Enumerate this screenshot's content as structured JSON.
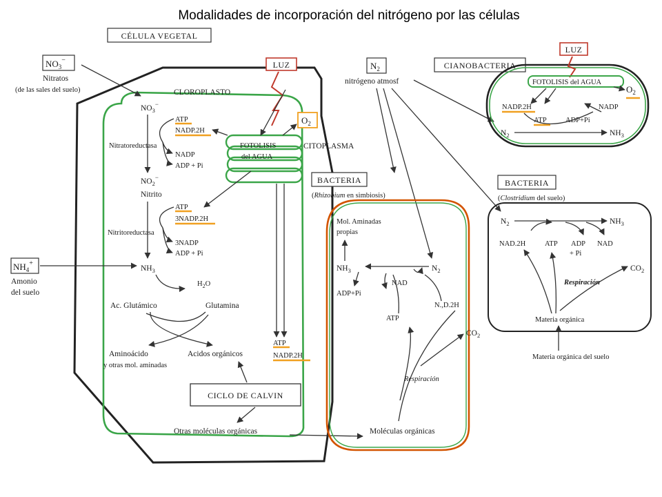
{
  "title": "Modalidades de incorporación del nitrógeno por las células",
  "plant": {
    "header": "CÉLULA VEGETAL",
    "nitrate_formula": "NO",
    "nitrate_sub": "3",
    "nitrate_sup": "−",
    "nitrate_name": "Nitratos",
    "nitrate_source": "(de las sales del suelo)",
    "ammonium_formula": "NH",
    "ammonium_sub": "4",
    "ammonium_sup": "+",
    "ammonium_name": "Amonio",
    "ammonium_source": "del suelo",
    "chloroplast": "CLOROPLASTO",
    "cytoplasm": "CITOPLASMA",
    "light": "LUZ",
    "photolysis_line1": "FOTOLISIS",
    "photolysis_line2": "del AGUA",
    "oxygen": "O",
    "oxygen_sub": "2",
    "no3_inner": "NO",
    "no3_inner_sub": "3",
    "no3_inner_sup": "−",
    "atp_1": "ATP",
    "nadp2h_1": "NADP.2H",
    "nitrate_reductase": "Nitratoreductasa",
    "nadp_1": "NADP",
    "adp_pi_1": "ADP + Pi",
    "no2": "NO",
    "no2_sub": "2",
    "no2_sup": "−",
    "nitrite": "Nitrito",
    "atp_2": "ATP",
    "nadp2h_2": "3NADP.2H",
    "nitrite_reductase": "Nitritoreductasa",
    "nadp_2": "3NADP",
    "adp_pi_2": "ADP + Pi",
    "nh3": "NH",
    "nh3_sub": "3",
    "water": "H",
    "water_sub": "2",
    "water_end": "O",
    "glutamic": "Ac. Glutámico",
    "glutamine": "Glutamina",
    "amino_acid": "Aminoácido",
    "other_aminated": "y otras mol. aminadas",
    "organic_acids": "Acidos orgánicos",
    "atp_3": "ATP",
    "nadp2h_3": "NADP.2H",
    "calvin": "CICLO DE CALVIN",
    "other_organic": "Otras moléculas orgánicas"
  },
  "atmosphere": {
    "n2": "N",
    "n2_sub": "2",
    "label": "nitrógeno atmosf"
  },
  "rhizobium": {
    "header": "BACTERIA",
    "subtitle_genus": "Rhizobium",
    "subtitle_rest": " en simbiosis)",
    "subtitle_open": "(",
    "mol_aminadas_1": "Mol. Aminadas",
    "mol_aminadas_2": "propias",
    "nh3": "NH",
    "nh3_sub": "3",
    "n2": "N",
    "n2_sub": "2",
    "nad": "NAD",
    "adp_pi": "ADP+Pi",
    "nad2h": "N.,D.2H",
    "atp": "ATP",
    "co2": "CO",
    "co2_sub": "2",
    "respiration": "Respiración",
    "organic_molecules": "Moléculas orgánicas"
  },
  "cyanobacteria": {
    "header": "CIANOBACTERIA",
    "light": "LUZ",
    "photolysis": "FOTOLISIS del AGUA",
    "oxygen": "O",
    "oxygen_sub": "2",
    "nadp2h": "NADP.2H",
    "nadp": "NADP",
    "atp": "ATP",
    "adp_pi": "ADP+Pi",
    "n2": "N",
    "n2_sub": "2",
    "nh3": "NH",
    "nh3_sub": "3"
  },
  "clostridium": {
    "header": "BACTERIA",
    "subtitle_genus": "Clostridium",
    "subtitle_rest": " del suelo)",
    "subtitle_open": "(",
    "n2": "N",
    "n2_sub": "2",
    "nh3": "NH",
    "nh3_sub": "3",
    "nad2h": "NAD.2H",
    "atp": "ATP",
    "adp": "ADP",
    "pi": "+ Pi",
    "nad": "NAD",
    "co2": "CO",
    "co2_sub": "2",
    "respiration": "Respiración",
    "organic_matter": "Materia orgánica",
    "soil_organic_matter": "Materia orgánica del suelo"
  },
  "colors": {
    "green": "#3aa548",
    "red": "#c0392b",
    "orange": "#f0a020",
    "ink": "#1a1a1a"
  }
}
